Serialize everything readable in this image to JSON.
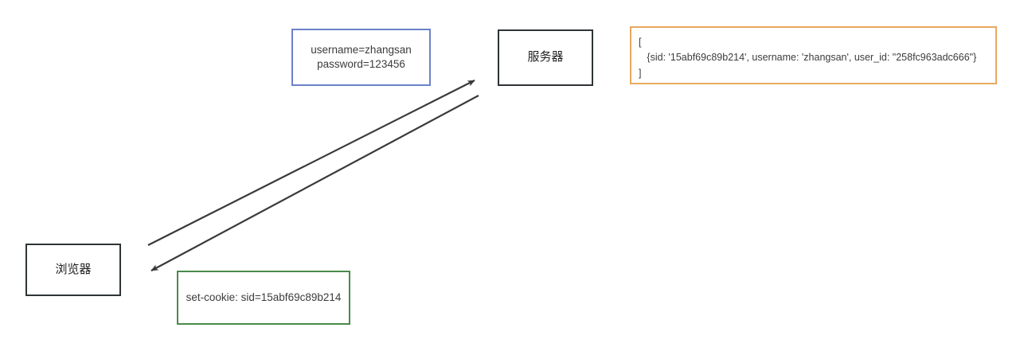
{
  "diagram": {
    "title": "browser-server cookie session flow",
    "background": "#ffffff",
    "nodes": {
      "browser": {
        "label": "浏览器",
        "border_color": "#2e3436"
      },
      "server": {
        "label": "服务器",
        "border_color": "#2e3436"
      },
      "credentials": {
        "line1": "username=zhangsan",
        "line2": "password=123456",
        "border_color": "#6b82c8"
      },
      "set_cookie": {
        "label": "set-cookie: sid=15abf69c89b214",
        "border_color": "#4a8a4a"
      },
      "session_store": {
        "line1": "[",
        "line2": "   {sid: '15abf69c89b214', username: 'zhangsan', user_id: \"258fc963adc666\"}",
        "line3": "]",
        "border_color": "#e8a960"
      }
    },
    "arrows": {
      "request": {
        "name": "browser-to-server-request",
        "from": "browser",
        "to": "server",
        "color": "#3a3a3a"
      },
      "response": {
        "name": "server-to-browser-response",
        "from": "server",
        "to": "browser",
        "color": "#3a3a3a"
      }
    }
  }
}
